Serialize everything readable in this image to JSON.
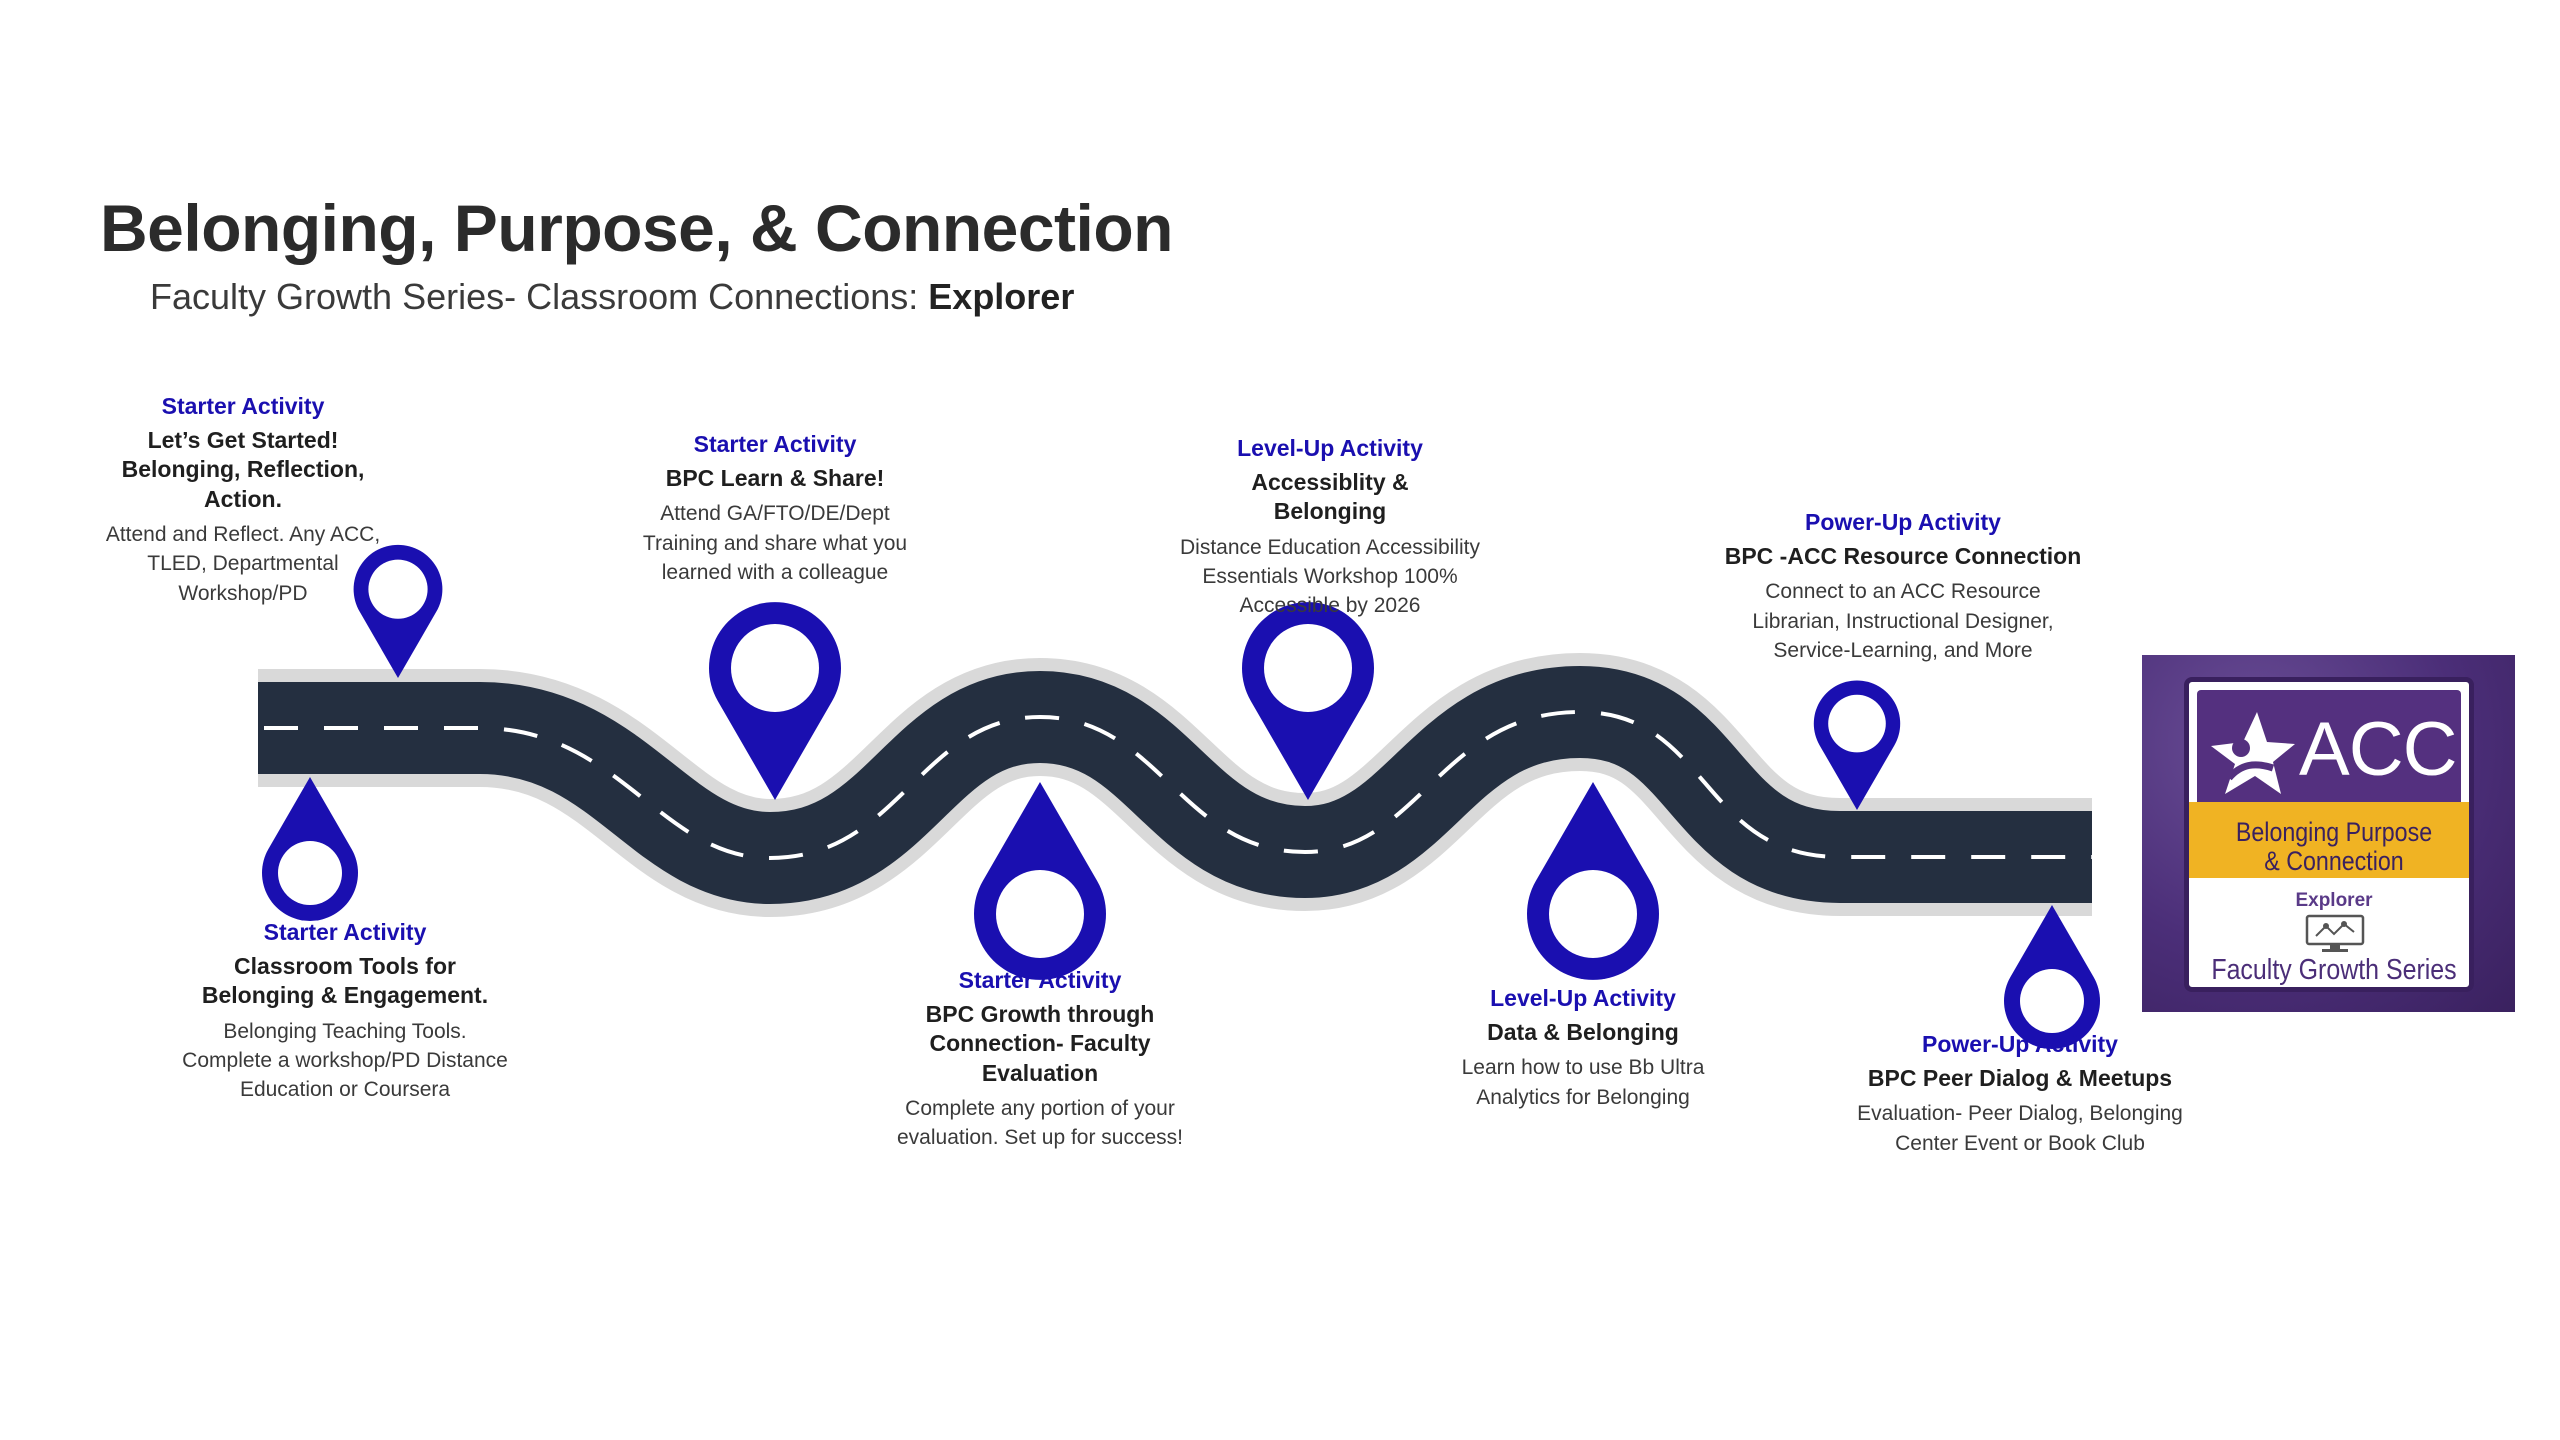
{
  "header": {
    "title": "Belonging, Purpose, & Connection",
    "subtitle_prefix": "Faculty Growth Series- Classroom Connections: ",
    "subtitle_level": "Explorer"
  },
  "activities": [
    {
      "kind": "Starter Activity",
      "name": "Let’s Get Started! Belonging, Reflection, Action.",
      "desc": "Attend and Reflect. Any ACC, TLED, Departmental Workshop/PD"
    },
    {
      "kind": "Starter Activity",
      "name": "Classroom Tools for Belonging & Engagement.",
      "desc": "Belonging Teaching Tools. Complete a workshop/PD Distance Education or Coursera"
    },
    {
      "kind": "Starter Activity",
      "name": "BPC Learn & Share!",
      "desc": "Attend GA/FTO/DE/Dept Training and share what you learned with a colleague"
    },
    {
      "kind": "Starter Activity",
      "name": "BPC Growth through Connection- Faculty Evaluation",
      "desc": "Complete any portion of your evaluation. Set up for success!"
    },
    {
      "kind": "Level-Up Activity",
      "name": "Accessiblity & Belonging",
      "desc": "Distance Education Accessibility Essentials Workshop 100% Accessible by 2026"
    },
    {
      "kind": "Level-Up Activity",
      "name": "Data & Belonging",
      "desc": "Learn how to use Bb Ultra Analytics for Belonging"
    },
    {
      "kind": "Power-Up Activity",
      "name": "BPC -ACC Resource Connection",
      "desc": "Connect to an ACC Resource Librarian, Instructional Designer, Service-Learning, and More"
    },
    {
      "kind": "Power-Up Activity",
      "name": "BPC Peer Dialog & Meetups",
      "desc": "Evaluation- Peer Dialog, Belonging Center Event or Book Club"
    }
  ],
  "badge": {
    "logo_text": "ACC",
    "ribbon_line1": "Belonging Purpose",
    "ribbon_line2": "& Connection",
    "level": "Explorer",
    "series": "Faculty Growth Series"
  },
  "colors": {
    "road": "#242f40",
    "road_border": "#d9d9d9",
    "lane_marking": "#ffffff",
    "pin": "#1a0fb0",
    "activity_kind": "#1a0fb0",
    "badge_purple": "#54307f",
    "badge_ribbon": "#f0b323"
  },
  "icons": {
    "pin": "map-pin-icon",
    "badge_star": "star-icon",
    "badge_monitor": "monitor-icon"
  }
}
